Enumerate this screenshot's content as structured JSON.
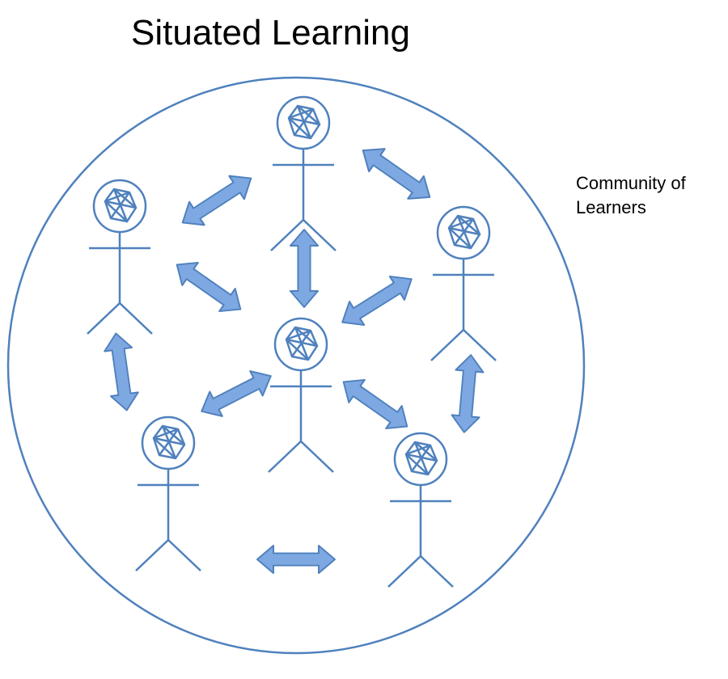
{
  "title": "Situated Learning",
  "side_label": {
    "line1": "Community of",
    "line2": "Learners"
  },
  "colors": {
    "stroke": "#4f81bd",
    "arrow_fill": "#7ea8e2",
    "text": "#000000"
  },
  "icons": {
    "learner": "stick-figure-icon",
    "head": "wireframe-gem-icon",
    "link": "double-arrow-icon"
  }
}
